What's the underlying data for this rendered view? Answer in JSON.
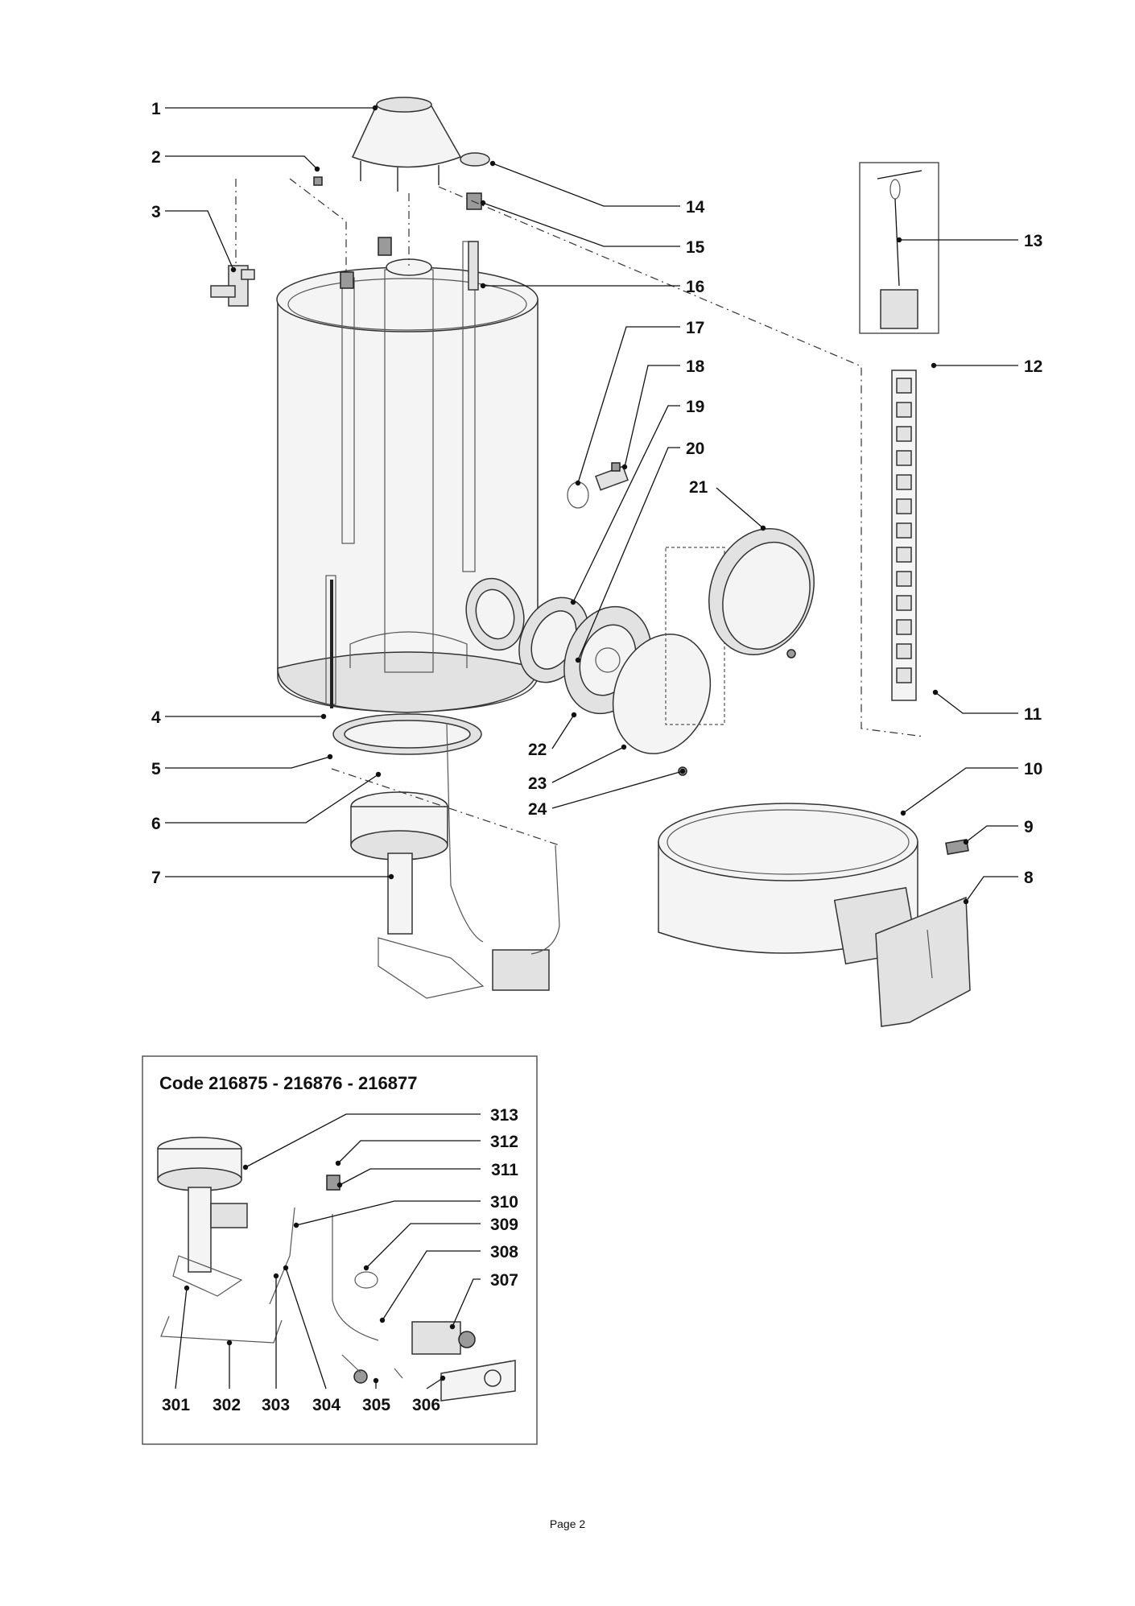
{
  "labels": {
    "l1": "1",
    "l2": "2",
    "l3": "3",
    "l4": "4",
    "l5": "5",
    "l6": "6",
    "l7": "7",
    "l8": "8",
    "l9": "9",
    "l10": "10",
    "l11": "11",
    "l12": "12",
    "l13": "13",
    "l14": "14",
    "l15": "15",
    "l16": "16",
    "l17": "17",
    "l18": "18",
    "l19": "19",
    "l20": "20",
    "l21": "21",
    "l22": "22",
    "l23": "23",
    "l24": "24"
  },
  "inset": {
    "title": "Code 216875 - 216876 - 216877",
    "l313": "313",
    "l312": "312",
    "l311": "311",
    "l310": "310",
    "l309": "309",
    "l308": "308",
    "l307": "307",
    "l301": "301",
    "l302": "302",
    "l303": "303",
    "l304": "304",
    "l305": "305",
    "l306": "306"
  },
  "footer": {
    "page": "Page 2"
  }
}
